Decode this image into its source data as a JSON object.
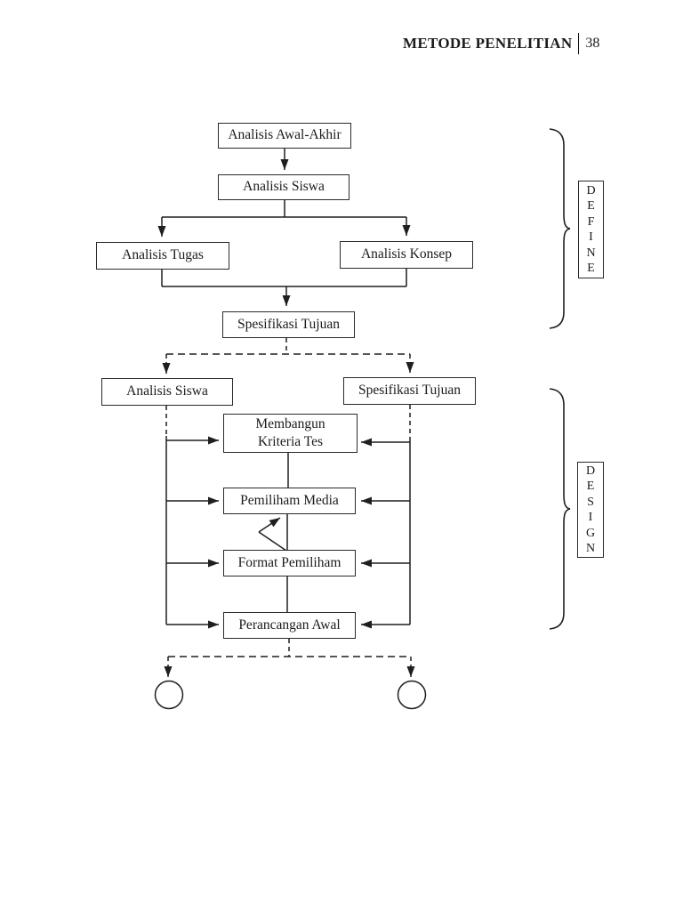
{
  "header": {
    "title": "METODE PENELITIAN",
    "page_number": "38"
  },
  "diagram": {
    "boxes": {
      "analisis_awal_akhir": "Analisis Awal-Akhir",
      "analisis_siswa_top": "Analisis Siswa",
      "analisis_tugas": "Analisis Tugas",
      "analisis_konsep": "Analisis Konsep",
      "spesifikasi_tujuan_top": "Spesifikasi Tujuan",
      "analisis_siswa_left": "Analisis Siswa",
      "spesifikasi_tujuan_right": "Spesifikasi Tujuan",
      "membangun_kriteria_line1": "Membangun",
      "membangun_kriteria_line2": "Kriteria Tes",
      "pemiliham_media": "Pemiliham Media",
      "format_pemiliham": "Format Pemiliham",
      "perancangan_awal": "Perancangan Awal"
    },
    "phases": {
      "define": {
        "label": "DEFINE",
        "letters": [
          "D",
          "E",
          "F",
          "I",
          "N",
          "E"
        ]
      },
      "design": {
        "label": "DESIGN",
        "letters": [
          "D",
          "E",
          "S",
          "I",
          "G",
          "N"
        ]
      }
    },
    "colors": {
      "line": "#1f1f1f",
      "box_border": "#2a2a2a",
      "text": "#1b1b1b",
      "background": "#ffffff"
    }
  }
}
